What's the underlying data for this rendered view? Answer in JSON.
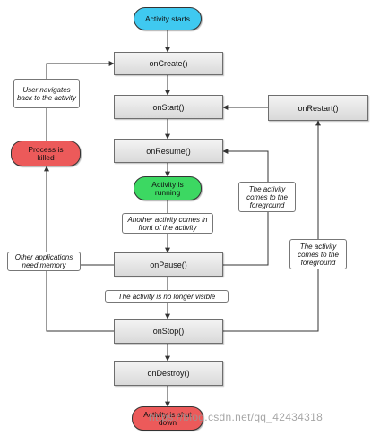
{
  "colors": {
    "start": "#3fc9f0",
    "running": "#3cd862",
    "killed": "#ec5a5a",
    "shutdown": "#ec5a5a",
    "box": "#e2e2e2",
    "line": "#333333"
  },
  "nodes": {
    "activity_starts": "Activity starts",
    "on_create": "onCreate()",
    "on_start": "onStart()",
    "on_restart": "onRestart()",
    "on_resume": "onResume()",
    "activity_running": "Activity is running",
    "on_pause": "onPause()",
    "on_stop": "onStop()",
    "on_destroy": "onDestroy()",
    "process_killed": "Process is killed",
    "activity_shutdown": "Activity is shut down"
  },
  "notes": {
    "user_navigates_back": "User navigates back to the activity",
    "foreground_1": "The activity comes to the foreground",
    "foreground_2": "The activity comes to the foreground",
    "another_activity": "Another activity comes in front of the activity",
    "other_apps_memory": "Other applications need memory",
    "no_longer_visible": "The activity is no longer visible"
  },
  "watermark": "https://blog.csdn.net/qq_42434318"
}
